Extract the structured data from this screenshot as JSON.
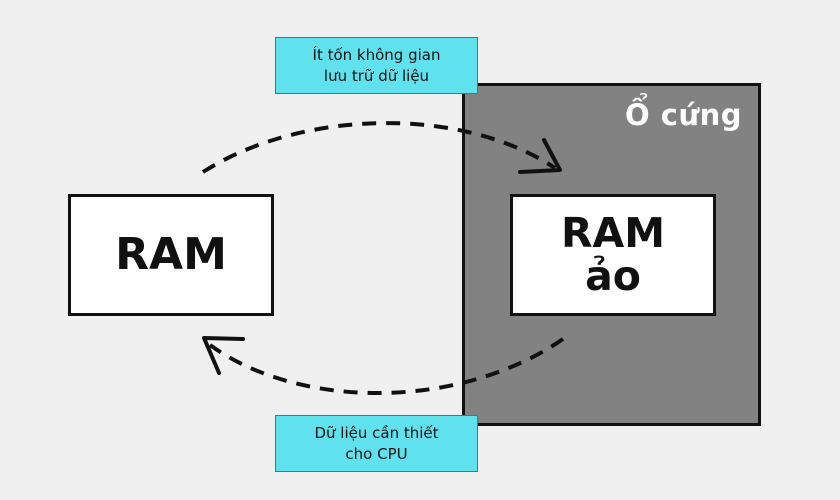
{
  "diagram": {
    "disk_label": "Ổ cứng",
    "ram_label": "RAM",
    "virtual_ram_lines": [
      "RAM",
      "ảo"
    ],
    "note_top_lines": [
      "Ít tốn không gian",
      "lưu trữ dữ liệu"
    ],
    "note_bottom_lines": [
      "Dữ liệu cần thiết",
      "cho CPU"
    ]
  },
  "colors": {
    "background": "#f0f0f0",
    "disk_fill": "#828282",
    "note_fill": "#5fe2ee",
    "stroke": "#111111"
  }
}
